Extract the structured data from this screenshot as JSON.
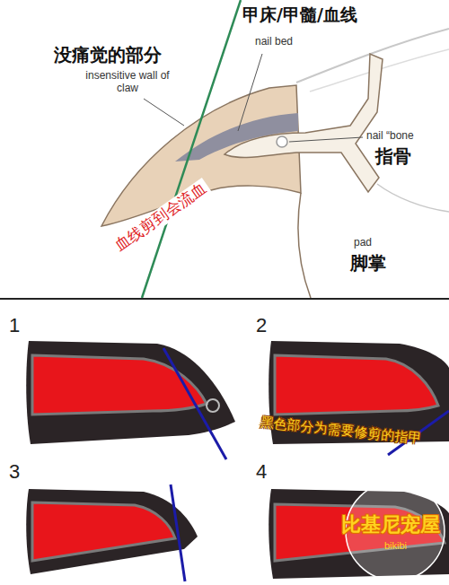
{
  "diagram": {
    "labels": [
      "甲床/甲髓/血线",
      "nail bed",
      "没痛觉的部分",
      "insensitive wall of claw",
      "nail “bone",
      "指骨",
      "血线剪到会流血",
      "pad",
      "脚掌",
      "1",
      "2",
      "黑色部分为需要修剪的指甲",
      "3",
      "4",
      "比基尼宠屋",
      "bikibi"
    ]
  }
}
